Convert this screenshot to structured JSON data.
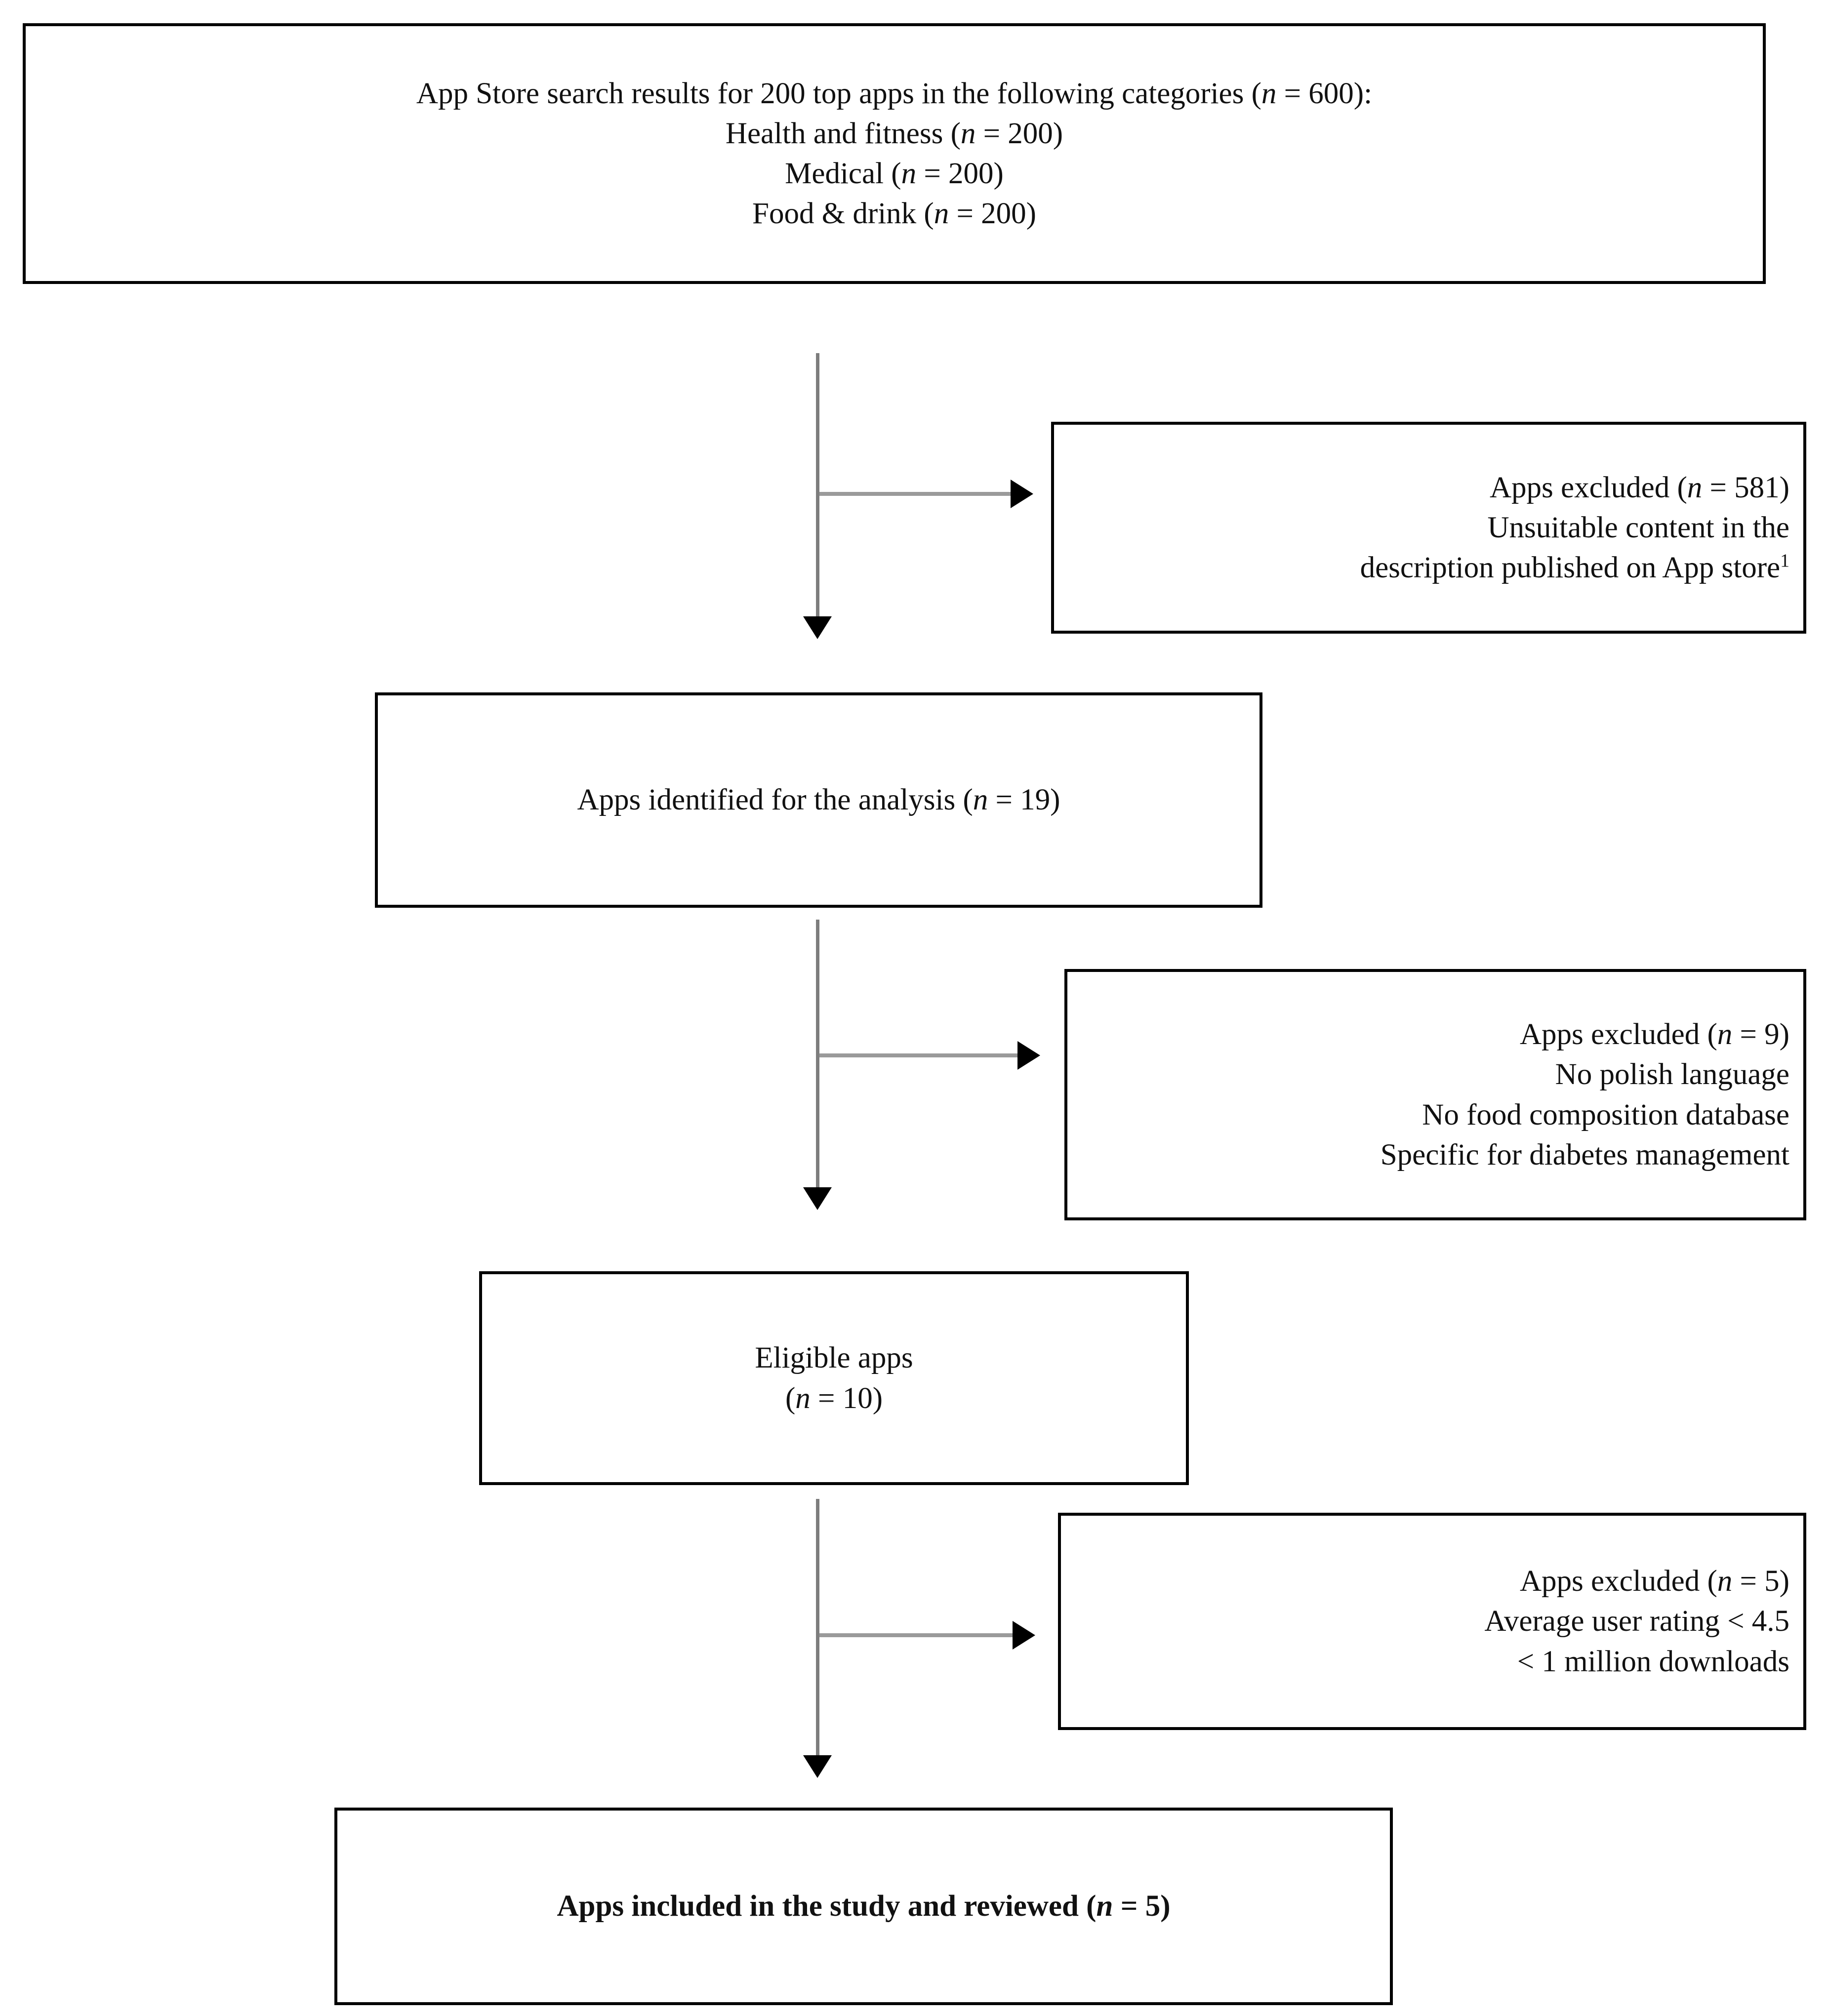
{
  "diagram": {
    "title": "App selection flow diagram",
    "boxes": [
      {
        "id": "search-results",
        "name": "search-results-box",
        "align": "center",
        "bold": false,
        "lines": [
          {
            "pre": "App Store search results for 200 top apps in the following categories (",
            "ital": "n",
            "post": " = 600):"
          },
          {
            "pre": "Health and fitness (",
            "ital": "n",
            "post": " = 200)"
          },
          {
            "pre": "Medical (",
            "ital": "n",
            "post": " = 200)"
          },
          {
            "pre": "Food & drink (",
            "ital": "n",
            "post": " = 200)"
          }
        ]
      },
      {
        "id": "excluded-1",
        "name": "excluded-581-box",
        "align": "right",
        "bold": false,
        "lines": [
          {
            "pre": "Apps excluded (",
            "ital": "n",
            "post": " = 581)"
          },
          {
            "pre": "Unsuitable content in the",
            "ital": "",
            "post": ""
          },
          {
            "pre": "description published on App store",
            "ital": "",
            "post": "",
            "sup": "1"
          }
        ]
      },
      {
        "id": "identified",
        "name": "apps-identified-box",
        "align": "center",
        "bold": false,
        "lines": [
          {
            "pre": "Apps identified for the analysis (",
            "ital": "n",
            "post": " = 19)"
          }
        ]
      },
      {
        "id": "excluded-2",
        "name": "excluded-9-box",
        "align": "right",
        "bold": false,
        "lines": [
          {
            "pre": "Apps excluded (",
            "ital": "n",
            "post": " = 9)"
          },
          {
            "pre": "No polish language",
            "ital": "",
            "post": ""
          },
          {
            "pre": "No food composition database",
            "ital": "",
            "post": ""
          },
          {
            "pre": "Specific for diabetes management",
            "ital": "",
            "post": ""
          }
        ]
      },
      {
        "id": "eligible",
        "name": "eligible-apps-box",
        "align": "center",
        "bold": false,
        "lines": [
          {
            "pre": "Eligible apps",
            "ital": "",
            "post": ""
          },
          {
            "pre": "(",
            "ital": "n",
            "post": " = 10)"
          }
        ]
      },
      {
        "id": "excluded-3",
        "name": "excluded-5-box",
        "align": "right",
        "bold": false,
        "lines": [
          {
            "pre": "Apps excluded (",
            "ital": "n",
            "post": " = 5)"
          },
          {
            "pre": "Average user rating < 4.5",
            "ital": "",
            "post": ""
          },
          {
            "pre": "< 1 million downloads",
            "ital": "",
            "post": ""
          }
        ]
      },
      {
        "id": "included",
        "name": "apps-included-box",
        "align": "center",
        "bold": true,
        "lines": [
          {
            "pre": "Apps included in the study and reviewed (",
            "ital": "n",
            "post": " = 5)"
          }
        ]
      }
    ],
    "connector_labels": {
      "branch_1": "exclusion-branch-1",
      "branch_2": "exclusion-branch-2",
      "branch_3": "exclusion-branch-3",
      "flow_1": "flow-arrow-to-identified",
      "flow_2": "flow-arrow-to-eligible",
      "flow_3": "flow-arrow-to-included"
    },
    "colors": {
      "border": "#000000",
      "text": "#111111",
      "connector_line": "#8c8c8c",
      "arrow_head": "#000000",
      "background": "#ffffff"
    }
  }
}
